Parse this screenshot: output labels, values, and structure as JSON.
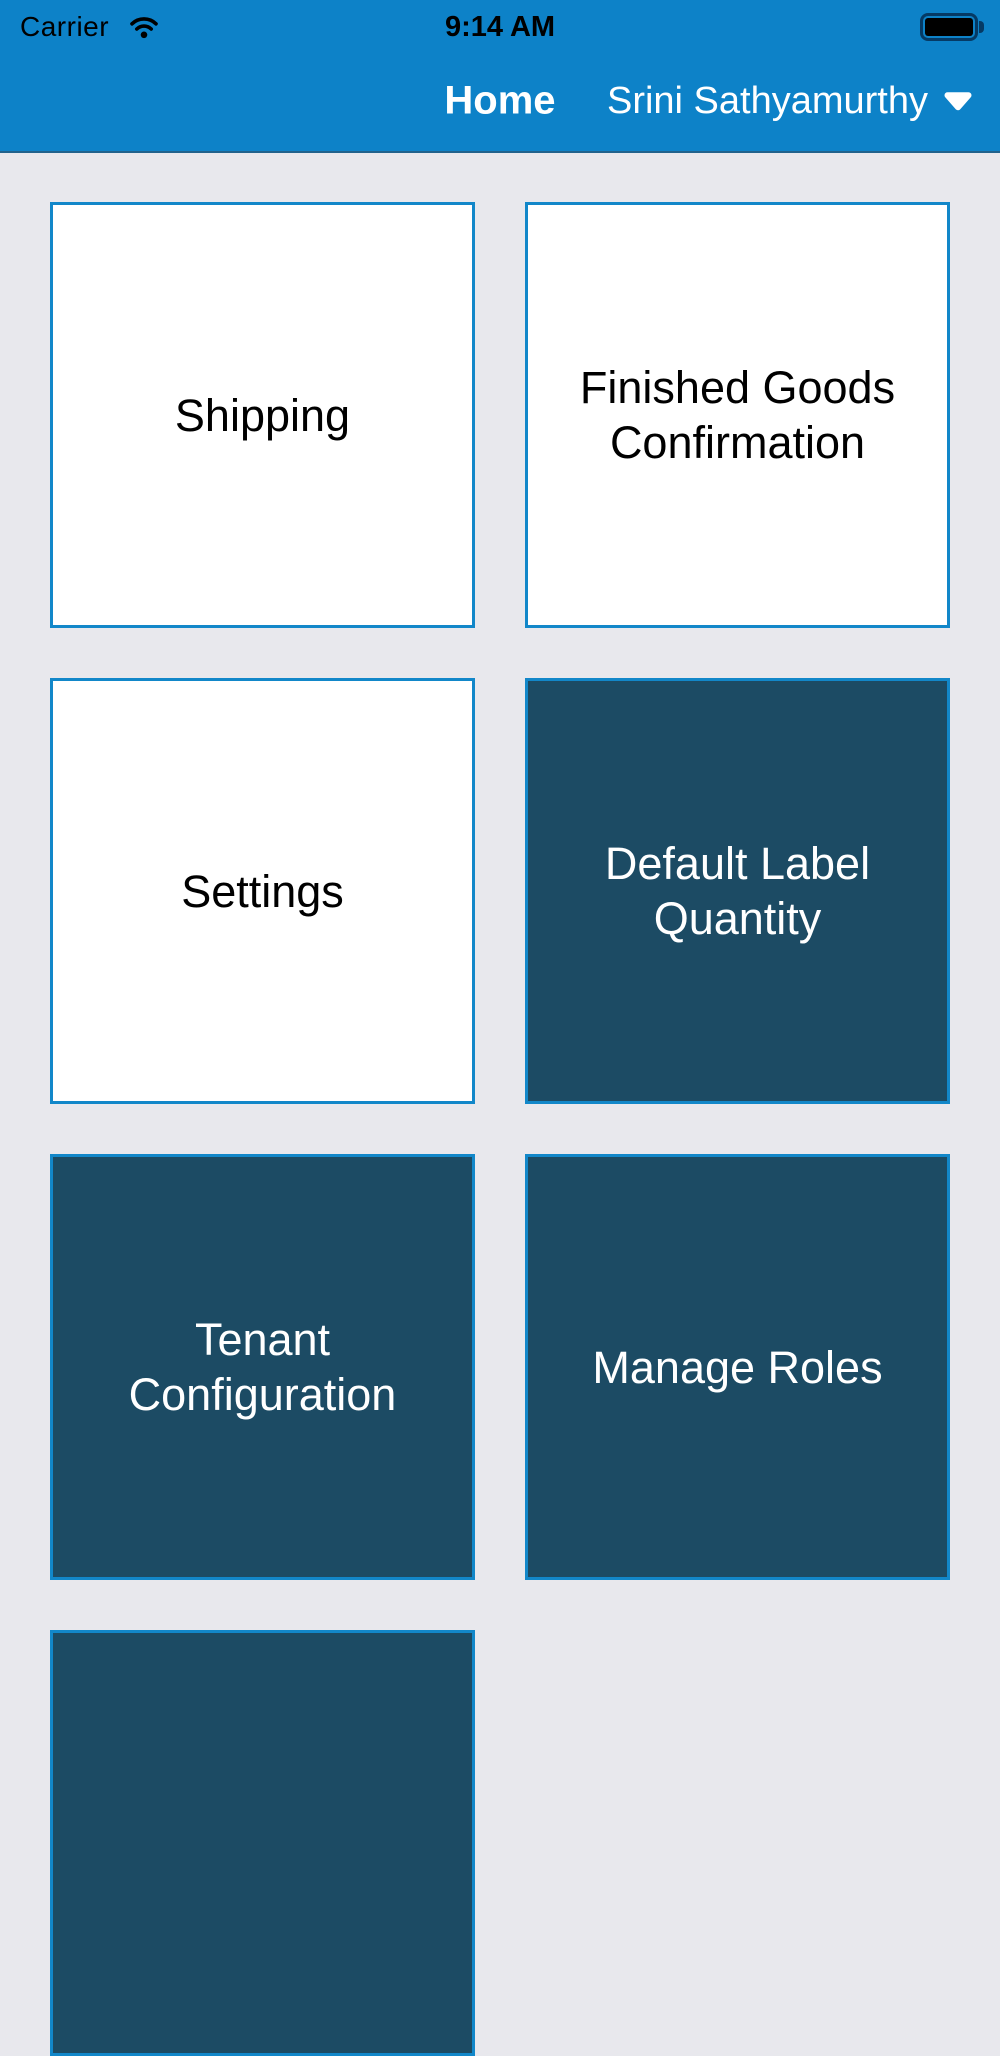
{
  "status_bar": {
    "carrier": "Carrier",
    "time": "9:14 AM",
    "battery_level": "full"
  },
  "nav": {
    "title": "Home",
    "user": "Srini Sathyamurthy"
  },
  "tiles": [
    {
      "label": "Shipping",
      "variant": "light"
    },
    {
      "label": "Finished Goods Confirmation",
      "variant": "light"
    },
    {
      "label": "Settings",
      "variant": "light"
    },
    {
      "label": "Default Label Quantity",
      "variant": "dark"
    },
    {
      "label": "Tenant Configuration",
      "variant": "dark"
    },
    {
      "label": "Manage Roles",
      "variant": "dark"
    },
    {
      "label": "",
      "variant": "dark"
    }
  ],
  "colors": {
    "header_blue": "#0d82c8",
    "tile_border_blue": "#1287c9",
    "tile_dark_fill": "#1c4b64",
    "page_background": "#e8e8ed",
    "nav_text": "#ffffff",
    "status_text": "#000000"
  }
}
